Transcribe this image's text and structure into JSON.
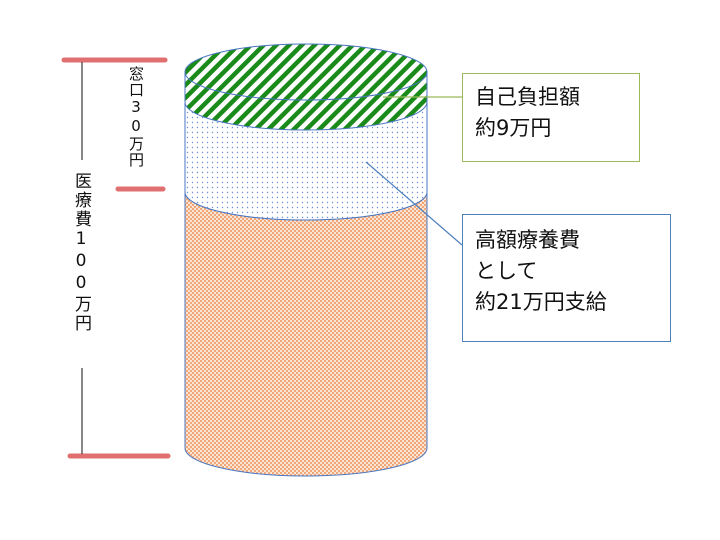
{
  "labels": {
    "madoguchi": "窓口30万円",
    "iryouhi": "医療費100万円"
  },
  "callouts": {
    "jiko_futan": [
      "自己負担額",
      "約9万円"
    ],
    "kougaku": [
      "高額療養費",
      "として",
      "約21万円支給"
    ]
  },
  "colors": {
    "self_pay": "#1a8a1a",
    "high_cost": "#6f8fd4",
    "remainder": "#e8935a",
    "outline": "#4a76c0",
    "marker": "#e07070",
    "callout_green": "#9bbb59",
    "callout_blue": "#4f81bd"
  }
}
